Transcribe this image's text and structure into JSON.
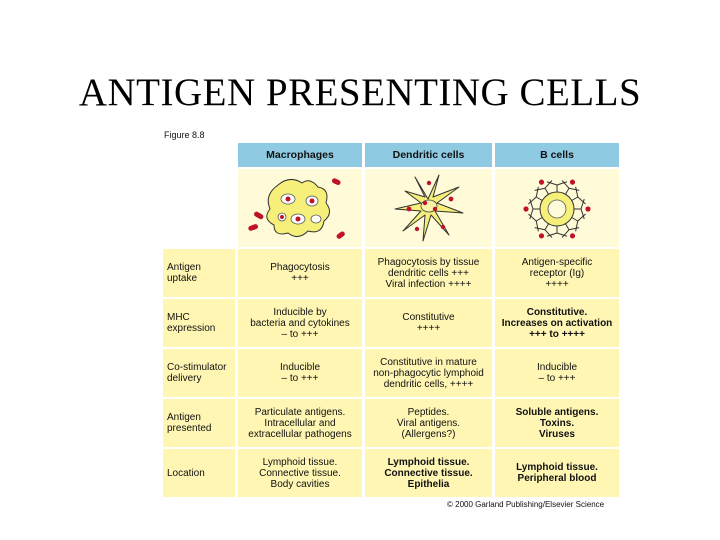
{
  "title": "ANTIGEN PRESENTING CELLS",
  "figure_label": "Figure 8.8",
  "columns": [
    "Macrophages",
    "Dendritic cells",
    "B cells"
  ],
  "cell_images": [
    "macrophage-illustration",
    "dendritic-cell-illustration",
    "b-cell-illustration"
  ],
  "rows": [
    {
      "label": [
        "Antigen",
        "uptake"
      ],
      "cells": [
        {
          "lines": [
            "Phagocytosis",
            "+++"
          ],
          "bold": false
        },
        {
          "lines": [
            "Phagocytosis by tissue",
            "dendritic cells +++",
            "Viral infection ++++"
          ],
          "bold": false
        },
        {
          "lines": [
            "Antigen-specific",
            "receptor (Ig)",
            "++++"
          ],
          "bold": false
        }
      ]
    },
    {
      "label": [
        "MHC",
        "expression"
      ],
      "cells": [
        {
          "lines": [
            "Inducible by",
            "bacteria and cytokines",
            "– to +++"
          ],
          "bold": false
        },
        {
          "lines": [
            "Constitutive",
            "++++"
          ],
          "bold": false
        },
        {
          "lines": [
            "Constitutive.",
            "Increases on activation",
            "+++ to ++++"
          ],
          "bold": true
        }
      ]
    },
    {
      "label": [
        "Co-stimulator",
        "delivery"
      ],
      "cells": [
        {
          "lines": [
            "Inducible",
            "– to +++"
          ],
          "bold": false
        },
        {
          "lines": [
            "Constitutive in mature",
            "non-phagocytic lymphoid",
            "dendritic cells, ++++"
          ],
          "bold": false
        },
        {
          "lines": [
            "Inducible",
            "– to +++"
          ],
          "bold": false
        }
      ]
    },
    {
      "label": [
        "Antigen",
        "presented"
      ],
      "cells": [
        {
          "lines": [
            "Particulate antigens.",
            "Intracellular and",
            "extracellular pathogens"
          ],
          "bold": false
        },
        {
          "lines": [
            "Peptides.",
            "Viral antigens.",
            "(Allergens?)"
          ],
          "bold": false
        },
        {
          "lines": [
            "Soluble antigens.",
            "Toxins.",
            "Viruses"
          ],
          "bold": true
        }
      ]
    },
    {
      "label": [
        "Location"
      ],
      "cells": [
        {
          "lines": [
            "Lymphoid tissue.",
            "Connective tissue.",
            "Body cavities"
          ],
          "bold": false
        },
        {
          "lines": [
            "Lymphoid tissue.",
            "Connective tissue.",
            "Epithelia"
          ],
          "bold": true
        },
        {
          "lines": [
            "Lymphoid tissue.",
            "Peripheral blood"
          ],
          "bold": true
        }
      ]
    }
  ],
  "copyright": "© 2000 Garland Publishing/Elsevier Science",
  "colors": {
    "header": "#8ecbe3",
    "cell": "#fff6b4",
    "image_cell": "#fffbd8",
    "cell_body": "#f6ef7a",
    "antigen": "#c0132b"
  }
}
